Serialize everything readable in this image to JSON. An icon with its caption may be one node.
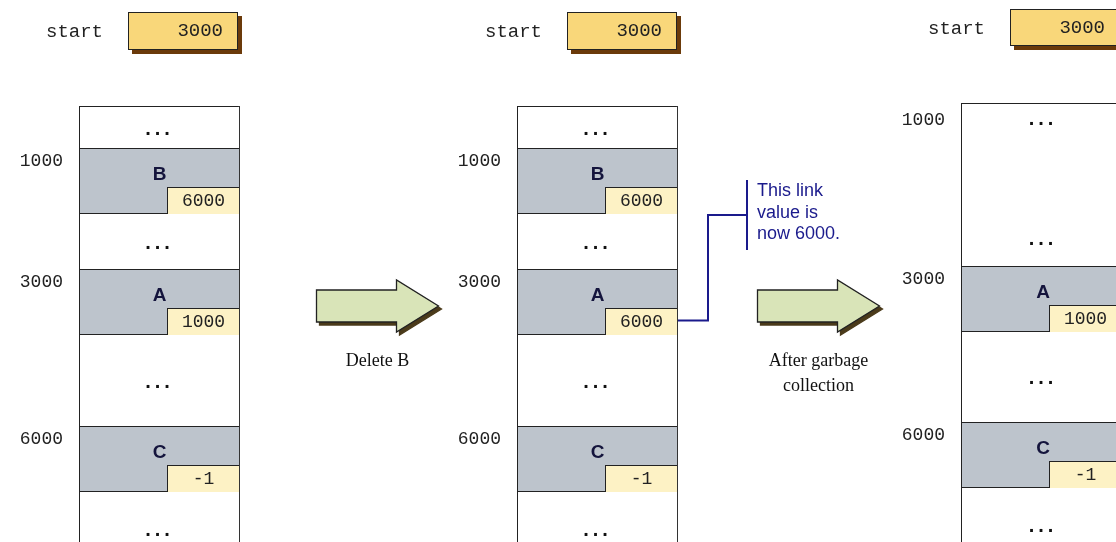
{
  "diagram": {
    "nodes": [
      {
        "text": [
          "3000"
        ],
        "beside": [
          "start"
        ]
      },
      {
        "text": [],
        "shape": "box"
      },
      {
        "text": [
          "..."
        ],
        "in": 1
      },
      {
        "text": [
          "B"
        ],
        "in": 1,
        "beside": [
          "1000"
        ]
      },
      {
        "text": [
          "6000"
        ],
        "in": 3
      },
      {
        "text": [
          "..."
        ],
        "in": 1
      },
      {
        "text": [
          "A"
        ],
        "in": 1,
        "beside": [
          "3000"
        ]
      },
      {
        "text": [
          "1000"
        ],
        "in": 6
      },
      {
        "text": [
          "..."
        ],
        "in": 1
      },
      {
        "text": [
          "C"
        ],
        "in": 1,
        "beside": [
          "6000"
        ]
      },
      {
        "text": [
          "-1"
        ],
        "in": 9
      },
      {
        "text": [
          "..."
        ],
        "in": 1
      },
      {
        "text": [
          "3000"
        ],
        "beside": [
          "start"
        ]
      },
      {
        "text": [],
        "shape": "box"
      },
      {
        "text": [
          "..."
        ],
        "in": 13
      },
      {
        "text": [
          "B"
        ],
        "in": 13,
        "beside": [
          "1000"
        ]
      },
      {
        "text": [
          "6000"
        ],
        "in": 15
      },
      {
        "text": [
          "..."
        ],
        "in": 13
      },
      {
        "text": [
          "A"
        ],
        "in": 13,
        "beside": [
          "3000"
        ]
      },
      {
        "text": [
          "6000"
        ],
        "in": 18
      },
      {
        "text": [
          "..."
        ],
        "in": 13
      },
      {
        "text": [
          "C"
        ],
        "in": 13,
        "beside": [
          "6000"
        ]
      },
      {
        "text": [
          "-1"
        ],
        "in": 21
      },
      {
        "text": [
          "..."
        ],
        "in": 13
      },
      {
        "text": [
          "This link value is now 6000."
        ]
      },
      {
        "text": [
          "3000"
        ],
        "beside": [
          "start"
        ]
      },
      {
        "text": [],
        "shape": "box"
      },
      {
        "text": [
          "..."
        ],
        "in": 26,
        "beside": [
          "1000"
        ]
      },
      {
        "text": [
          "..."
        ],
        "in": 26
      },
      {
        "text": [
          "A"
        ],
        "in": 26,
        "beside": [
          "3000"
        ]
      },
      {
        "text": [
          "1000"
        ],
        "in": 29
      },
      {
        "text": [
          "..."
        ],
        "in": 26
      },
      {
        "text": [
          "C"
        ],
        "in": 26,
        "beside": [
          "6000"
        ]
      },
      {
        "text": [
          "-1"
        ],
        "in": 32
      },
      {
        "text": [
          "..."
        ],
        "in": 26
      }
    ],
    "edges": [
      {
        "from": 1,
        "to": 13,
        "arrow": "to",
        "label": "Delete B"
      },
      {
        "from": 24,
        "to": 19,
        "arrow": "none",
        "color": "#1a1a8c"
      },
      {
        "from": 13,
        "to": 26,
        "arrow": "to",
        "label": "After garbage collection"
      }
    ]
  }
}
